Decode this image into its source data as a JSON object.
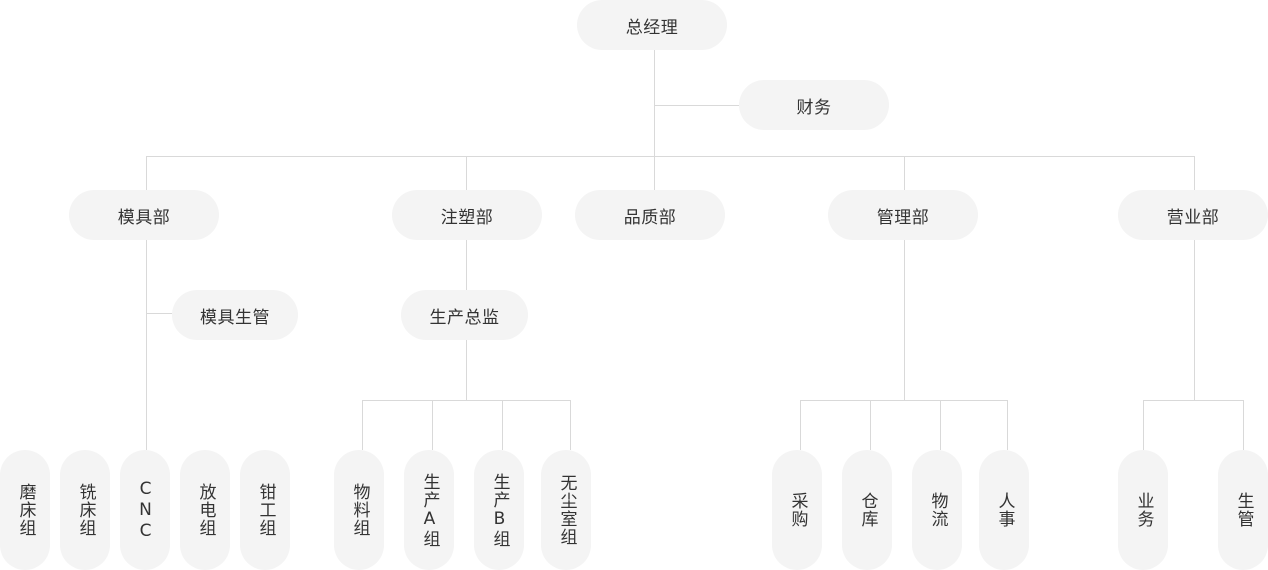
{
  "colors": {
    "node_bg": "#f4f4f4",
    "line": "#d9d9d9",
    "text": "#333333"
  },
  "nodes": {
    "ceo": "总经理",
    "finance": "财务",
    "mold": "模具部",
    "injection": "注塑部",
    "quality": "品质部",
    "management": "管理部",
    "sales": "营业部",
    "mold_pc": "模具生管",
    "production_director": "生产总监",
    "grinding": "磨床组",
    "milling": "铣床组",
    "cnc": "CNC",
    "edm": "放电组",
    "fitter": "钳工组",
    "material": "物料组",
    "prod_a": "生产A组",
    "prod_b": "生产B组",
    "cleanroom": "无尘室组",
    "purchasing": "采购",
    "warehouse": "仓库",
    "logistics": "物流",
    "hr": "人事",
    "business": "业务",
    "production_mgmt": "生管"
  }
}
